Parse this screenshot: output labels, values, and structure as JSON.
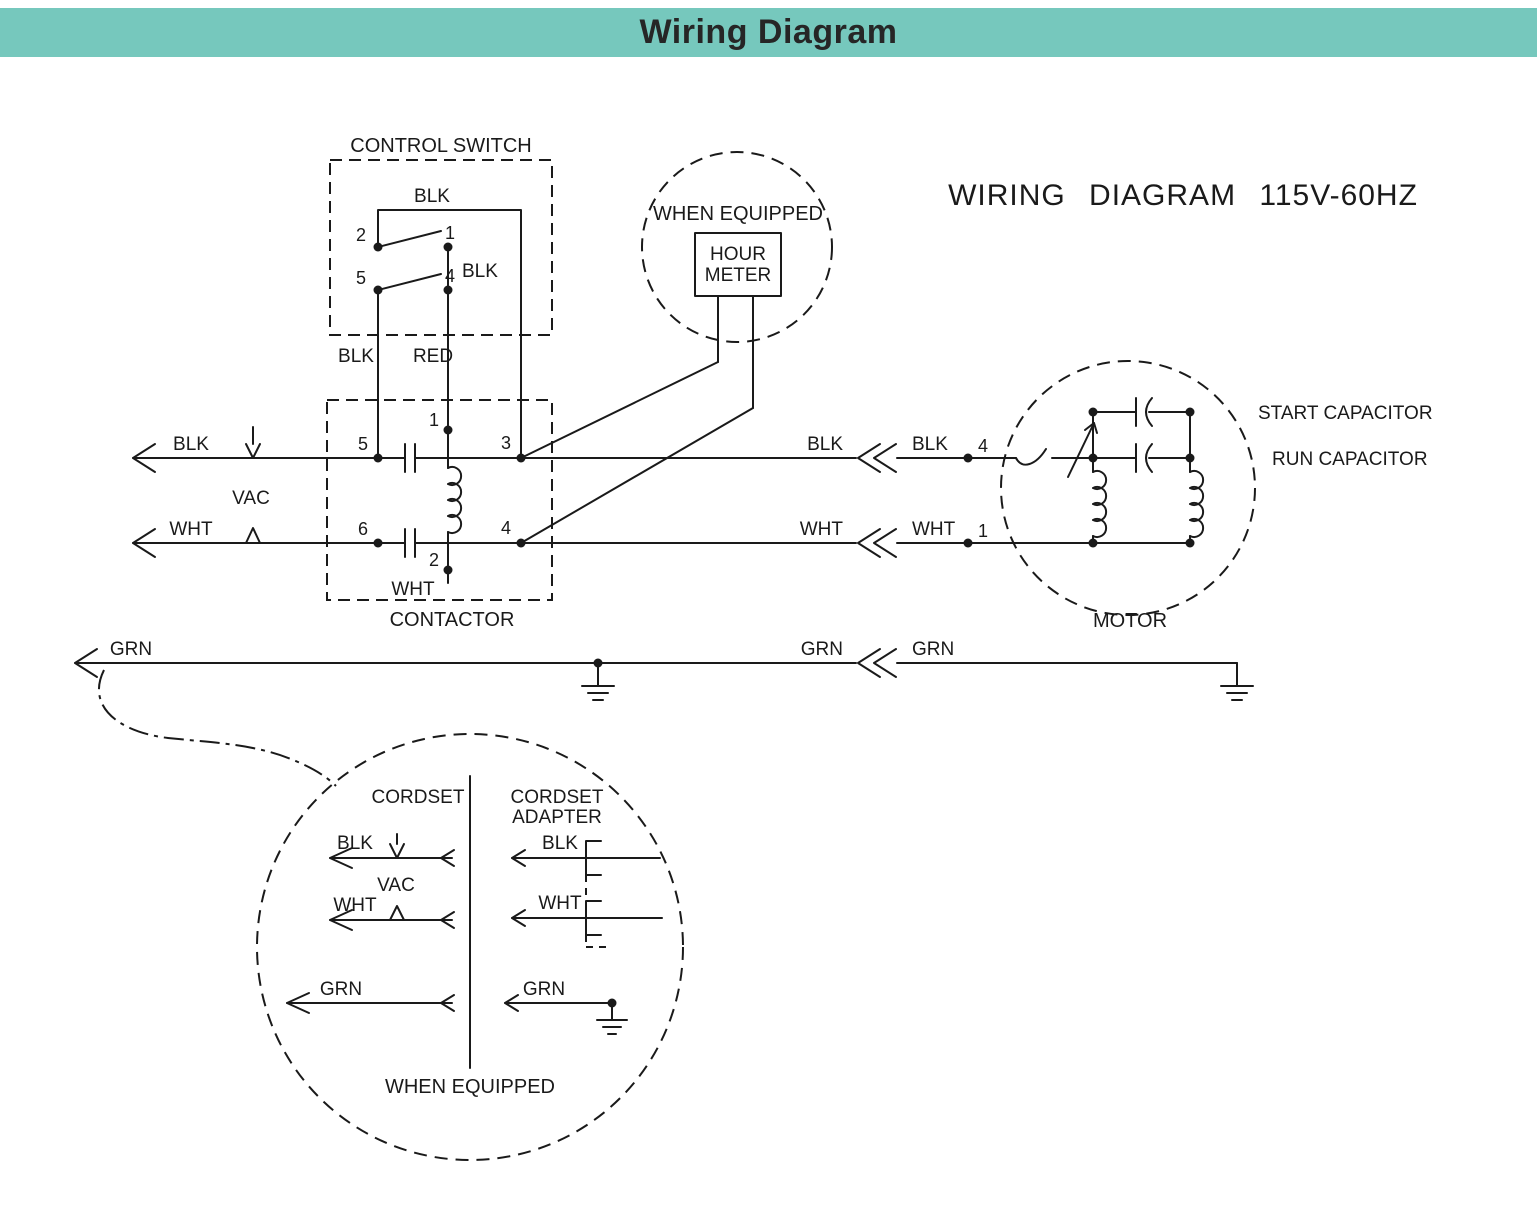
{
  "header": {
    "title": "Wiring Diagram"
  },
  "diagram": {
    "title": "WIRING DIAGRAM 115V-60HZ",
    "control_switch": {
      "label": "CONTROL SWITCH"
    },
    "contactor": {
      "label": "CONTACTOR"
    },
    "motor": {
      "label": "MOTOR"
    },
    "hour_meter": {
      "when_equipped": "WHEN EQUIPPED",
      "line1": "HOUR",
      "line2": "METER"
    },
    "capacitors": {
      "start": "START CAPACITOR",
      "run": "RUN CAPACITOR"
    },
    "wires": {
      "blk": "BLK",
      "wht": "WHT",
      "grn": "GRN",
      "red": "RED",
      "vac": "VAC"
    },
    "terminals": {
      "t1": "1",
      "t2": "2",
      "t3": "3",
      "t4": "4",
      "t5": "5",
      "t6": "6"
    },
    "cordset": {
      "label": "CORDSET",
      "adapter_line1": "CORDSET",
      "adapter_line2": "ADAPTER",
      "when_equipped": "WHEN EQUIPPED"
    },
    "colors": {
      "header_teal": "#76c8bd",
      "line": "#1a1a1a"
    }
  }
}
